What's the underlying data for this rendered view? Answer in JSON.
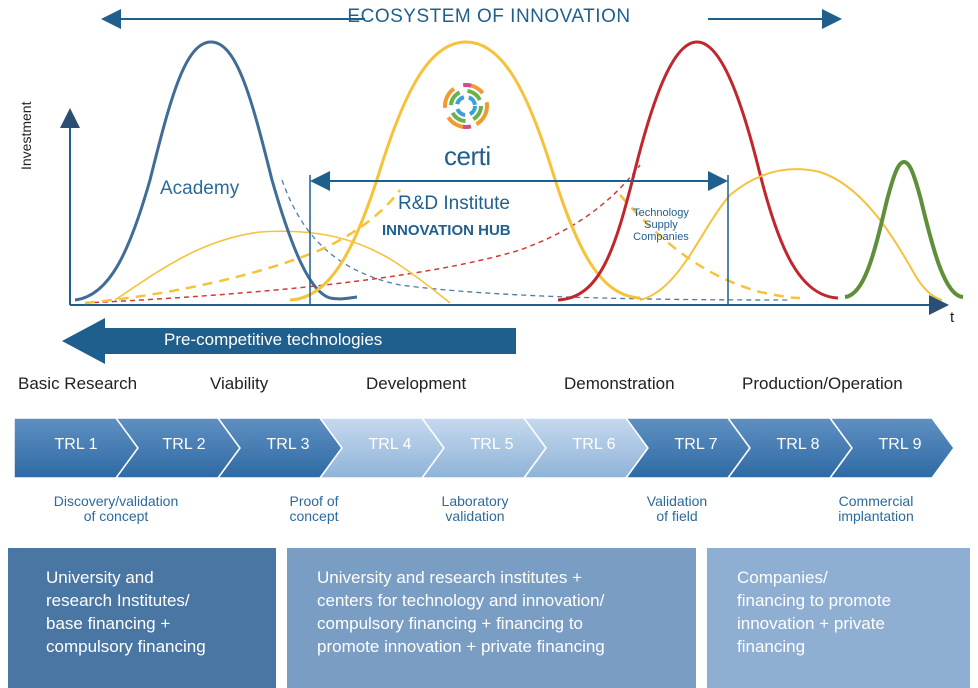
{
  "header": {
    "ecosystem_title": "ECOSYSTEM OF INNOVATION"
  },
  "axes": {
    "y_label": "Investment",
    "x_label": "t"
  },
  "curves": {
    "academy": "Academy",
    "rd_institute": "R&D Institute",
    "innovation_hub": "INNOVATION HUB",
    "technology_supply": [
      "Technology",
      "Supply",
      "Companies"
    ]
  },
  "logo": {
    "text": "certi"
  },
  "precompetitive": {
    "label": "Pre-competitive technologies"
  },
  "phases": [
    "Basic Research",
    "Viability",
    "Development",
    "Demonstration",
    "Production/Operation"
  ],
  "trl_levels": [
    "TRL 1",
    "TRL 2",
    "TRL 3",
    "TRL 4",
    "TRL 5",
    "TRL 6",
    "TRL 7",
    "TRL 8",
    "TRL 9"
  ],
  "milestones": [
    [
      "Discovery/validation",
      "of concept"
    ],
    [
      "Proof of",
      "concept"
    ],
    [
      "Laboratory",
      "validation"
    ],
    [
      "Validation",
      "of field"
    ],
    [
      "Commercial",
      "implantation"
    ]
  ],
  "financing_boxes": [
    [
      "University and",
      "research Institutes/",
      "base financing +",
      "compulsory financing"
    ],
    [
      "University and research institutes +",
      "centers for technology and innovation/",
      "compulsory financing + financing to",
      "promote innovation + private financing"
    ],
    [
      "Companies/",
      "financing to promote",
      "innovation + private",
      "financing"
    ]
  ],
  "colors": {
    "academy_curve": "#3f6d96",
    "rd_curve": "#f5c23a",
    "tech_curve": "#c0272d",
    "production_curve": "#5f8f3a",
    "arrow_blue": "#1f5f8e",
    "red_dashed": "#d23a36",
    "chevron_dark": "#3f76ad",
    "chevron_light": "#a9c4e0"
  }
}
